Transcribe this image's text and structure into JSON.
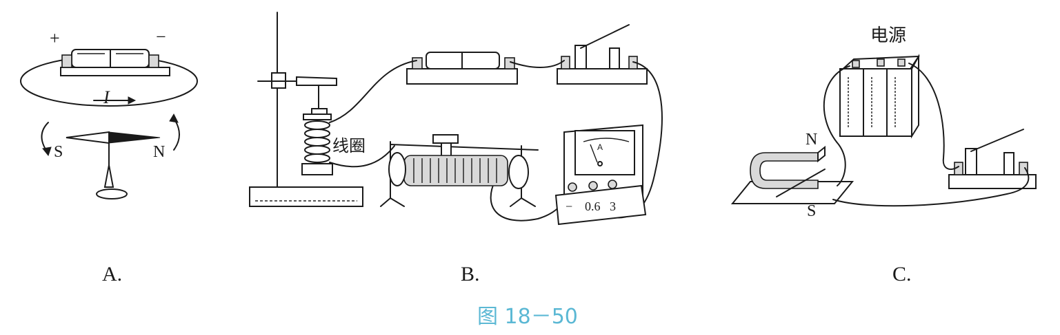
{
  "panel_a": {
    "plus": "+",
    "minus": "−",
    "current": "I",
    "south": "S",
    "north": "N",
    "caption": "A."
  },
  "panel_b": {
    "coil_label": "线圈",
    "meter_letter": "A",
    "terminal_minus": "−",
    "terminal_mid": "0.6",
    "terminal_high": "3",
    "caption": "B."
  },
  "panel_c": {
    "power_label": "电源",
    "north": "N",
    "south": "S",
    "caption": "C."
  },
  "figure_label": "图 18－50",
  "colors": {
    "ink": "#1a1a1a",
    "figure_label": "#5bb8d4"
  }
}
